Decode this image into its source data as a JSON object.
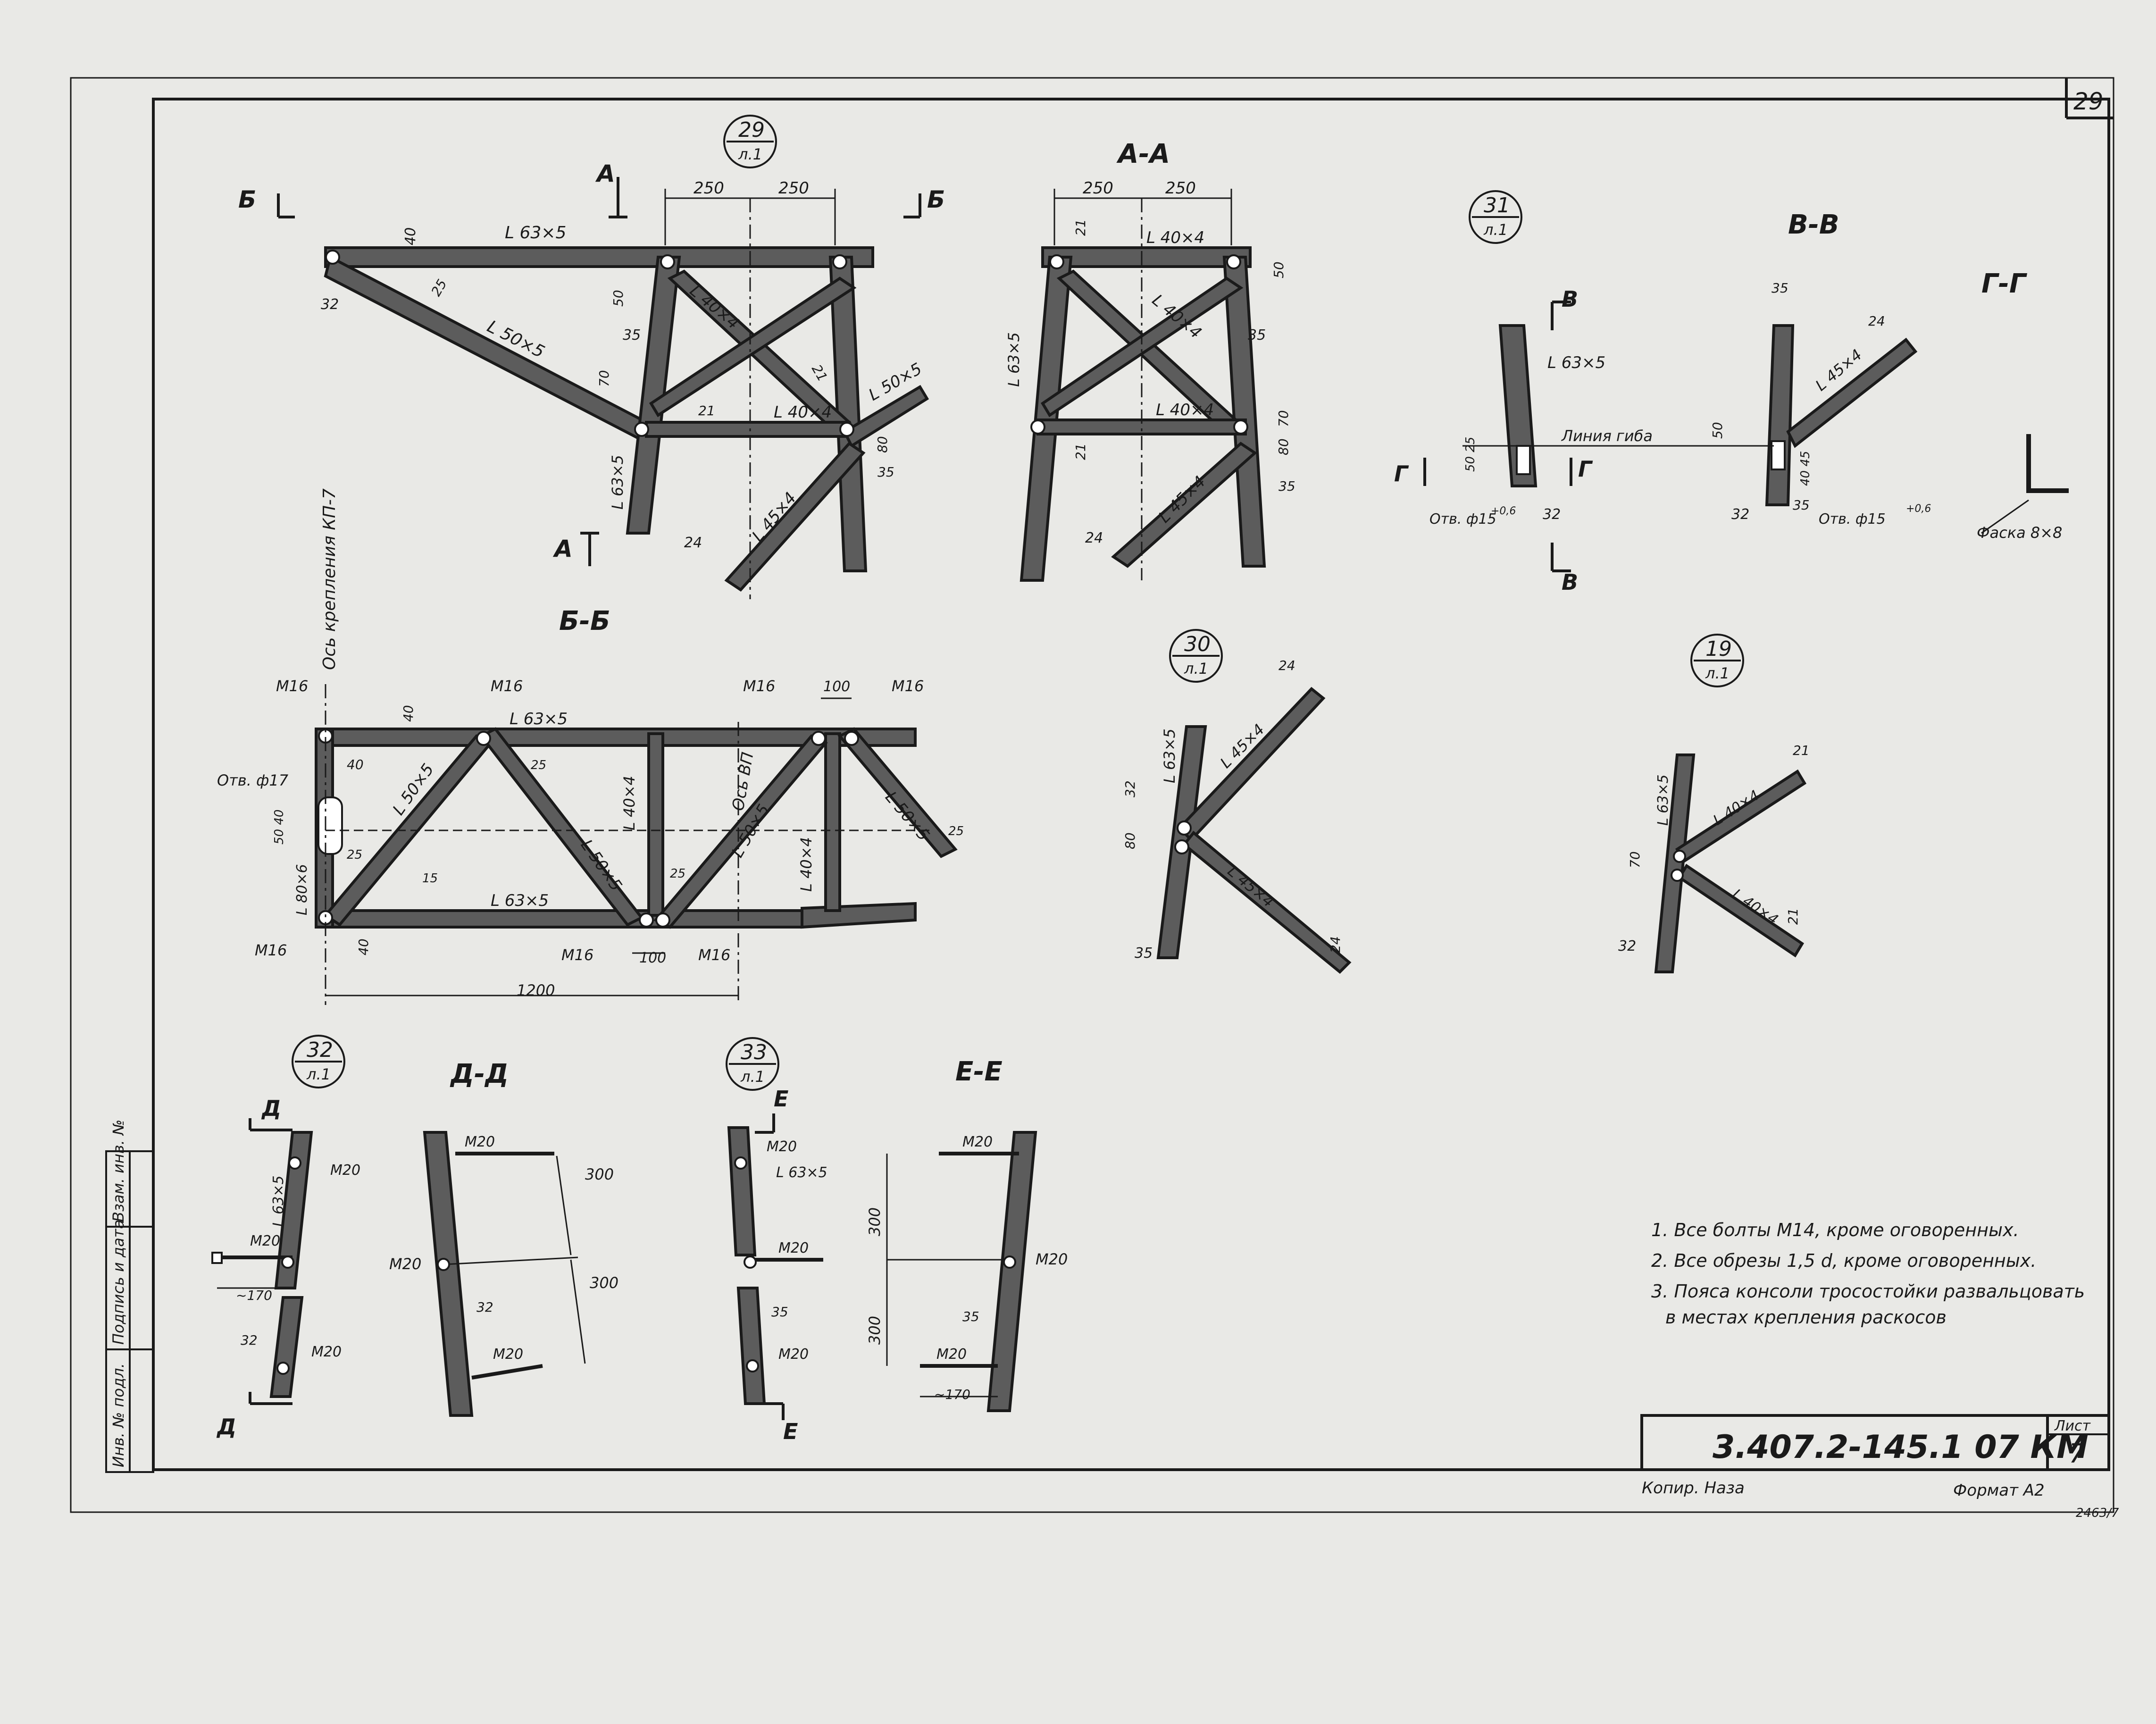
{
  "sheet_corner_number": "29",
  "sections": {
    "aa": "А-А",
    "bb": "Б-Б",
    "vv": "В-В",
    "gg": "Г-Г",
    "dd": "Д-Д",
    "ee": "Е-Е"
  },
  "cut_marks": {
    "a": "А",
    "b": "Б",
    "v": "В",
    "g": "Г",
    "d": "Д",
    "e": "Е"
  },
  "callouts": {
    "c29": {
      "num": "29",
      "sheet": "л.1"
    },
    "c31": {
      "num": "31",
      "sheet": "л.1"
    },
    "c30": {
      "num": "30",
      "sheet": "л.1"
    },
    "c19": {
      "num": "19",
      "sheet": "л.1"
    },
    "c32": {
      "num": "32",
      "sheet": "л.1"
    },
    "c33": {
      "num": "33",
      "sheet": "л.1"
    }
  },
  "profiles": {
    "l63x5": "L 63×5",
    "l50x5": "L 50×5",
    "l40x4": "L 40×4",
    "l45x4": "L 45×4",
    "l80x6": "L 80×6"
  },
  "dims": {
    "d250": "250",
    "d40": "40",
    "d32": "32",
    "d35": "35",
    "d21": "21",
    "d24": "24",
    "d25": "25",
    "d50": "50",
    "d70": "70",
    "d80": "80",
    "d100": "100",
    "d1200": "1200",
    "d300": "300",
    "d170": "~170",
    "d15": "15",
    "d5040": "50 40",
    "d4045": "40 45",
    "d5025": "50 25"
  },
  "bolts": {
    "m16": "M16",
    "m20": "M20"
  },
  "notes_text": {
    "hole17": "Отв. ф17",
    "hole15": "Отв. ф15",
    "tol": "+0,6",
    "axis_kp": "Ось крепления КП-7",
    "axis_vp": "Ось ВП",
    "bend": "Линия гиба",
    "chamfer": "Фаска 8×8"
  },
  "general_notes": [
    "1. Все болты М14, кроме оговоренных.",
    "2. Все обрезы 1,5 d, кроме оговоренных.",
    "3. Пояса консоли тросостойки развальцовать",
    "в местах крепления раскосов"
  ],
  "title_block": {
    "code": "3.407.2-145.1  07 КМ",
    "sheet_label": "Лист",
    "sheet_num": "7",
    "copied": "Копир. Наза",
    "format": "Формат А2",
    "archive": "2463/7"
  },
  "side_stamp": [
    "Инв. № подл.",
    "Подпись и дата",
    "Взам. инв. №"
  ]
}
